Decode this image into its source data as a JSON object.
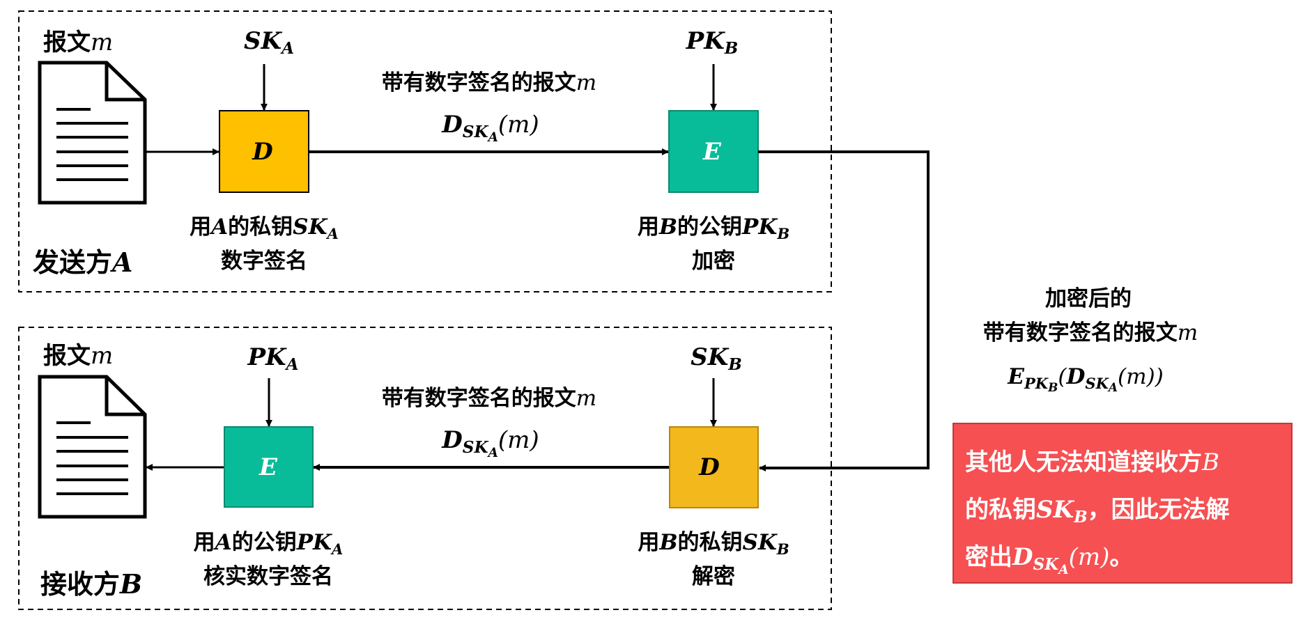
{
  "sender": {
    "title": "发送方",
    "title_var": "A",
    "message_label": "报文",
    "message_var": "m",
    "sign_box": {
      "letter": "D",
      "color": "#FFC000",
      "key_main": "SK",
      "key_sub": "A"
    },
    "sign_caption": {
      "line1_prefix": "用",
      "line1_var": "A",
      "line1_mid": "的私钥",
      "key_main": "SK",
      "key_sub": "A",
      "line2": "数字签名"
    },
    "mid_text": "带有数字签名的报文",
    "mid_var": "m",
    "mid_formula": {
      "fn": "D",
      "sub_main": "SK",
      "sub_sub": "A",
      "arg": "(m)"
    },
    "encrypt_box": {
      "letter": "E",
      "color": "#08BC9A",
      "key_main": "PK",
      "key_sub": "B"
    },
    "encrypt_caption": {
      "line1_prefix": "用",
      "line1_var": "B",
      "line1_mid": "的公钥",
      "key_main": "PK",
      "key_sub": "B",
      "line2": "加密"
    }
  },
  "channel": {
    "line1": "加密后的",
    "line2": "带有数字签名的报文",
    "line2_var": "m",
    "formula": {
      "outer_fn": "E",
      "outer_sub_main": "PK",
      "outer_sub_sub": "B",
      "open": "(",
      "inner_fn": "D",
      "inner_sub_main": "SK",
      "inner_sub_sub": "A",
      "arg": "(m)",
      "close": ")"
    }
  },
  "receiver": {
    "title": "接收方",
    "title_var": "B",
    "message_label": "报文",
    "message_var": "m",
    "decrypt_box": {
      "letter": "D",
      "color": "#F2B81C",
      "key_main": "SK",
      "key_sub": "B"
    },
    "decrypt_caption": {
      "line1_prefix": "用",
      "line1_var": "B",
      "line1_mid": "的私钥",
      "key_main": "SK",
      "key_sub": "B",
      "line2": "解密"
    },
    "mid_text": "带有数字签名的报文",
    "mid_var": "m",
    "mid_formula": {
      "fn": "D",
      "sub_main": "SK",
      "sub_sub": "A",
      "arg": "(m)"
    },
    "verify_box": {
      "letter": "E",
      "color": "#08BC9A",
      "key_main": "PK",
      "key_sub": "A"
    },
    "verify_caption": {
      "line1_prefix": "用",
      "line1_var": "A",
      "line1_mid": "的公钥",
      "key_main": "PK",
      "key_sub": "A",
      "line2": "核实数字签名"
    }
  },
  "note": {
    "color": "#F65052",
    "line1": "其他人无法知道接收方",
    "line1_var": "B",
    "line2_prefix": "的私钥",
    "line2_key_main": "SK",
    "line2_key_sub": "B",
    "line2_suffix": "，因此无法解",
    "line3_prefix": "密出",
    "line3_fn": "D",
    "line3_sub_main": "SK",
    "line3_sub_sub": "A",
    "line3_arg": "(m)",
    "line3_suffix": "。"
  }
}
